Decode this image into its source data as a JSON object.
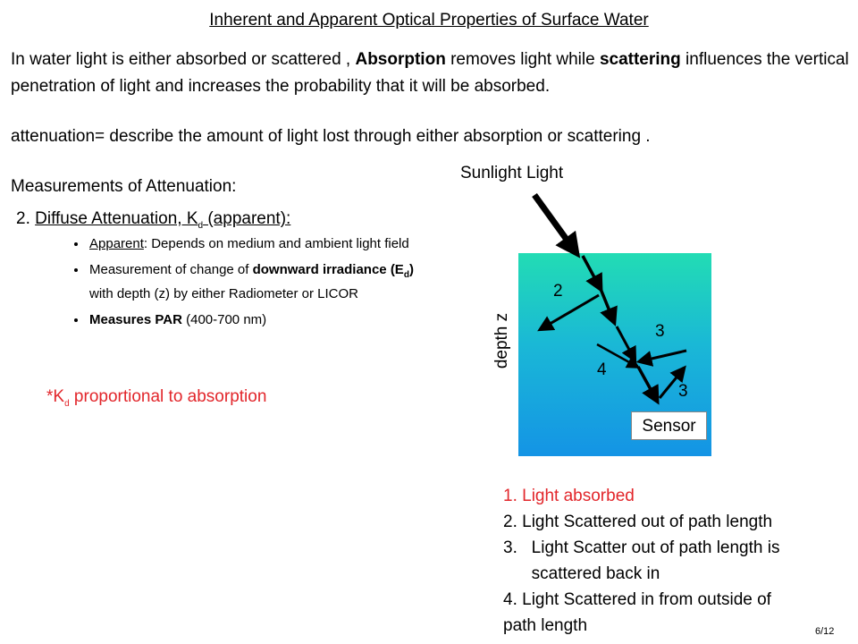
{
  "title": "Inherent and Apparent Optical Properties of Surface Water",
  "intro": {
    "p1": "In water light is either absorbed or scattered , ",
    "b1": "Absorption",
    "p2": " removes light while ",
    "b2": "scattering",
    "p3": " influences the vertical penetration of light and increases the probability that it will be absorbed."
  },
  "attenuation_def": "attenuation=  describe the amount of light lost through either absorption or scattering .",
  "measurements_heading": "Measurements of Attenuation:",
  "subheading": {
    "prefix": "2.  ",
    "text": "Diffuse Attenuation, K",
    "sub": "d",
    "suffix": " (apparent):"
  },
  "bullets": {
    "b1_u": "Apparent",
    "b1_rest": ": Depends on medium and ambient light field",
    "b2_a": "Measurement  of change of ",
    "b2_bold1": "downward irradiance (E",
    "b2_sub": "d",
    "b2_bold2": ")",
    "b2_rest": "  with depth (z) by either Radiometer  or LICOR",
    "b3_bold": "Measures PAR",
    "b3_rest": " (400-700 nm)"
  },
  "kd_note": {
    "pre": "*K",
    "sub": "d",
    "post": " proportional to absorption"
  },
  "diagram": {
    "sun_label": "Sunlight Light",
    "depth_label": "depth z",
    "n2": "2",
    "n3a": "3",
    "n4": "4",
    "n3b": "3",
    "sensor": "Sensor"
  },
  "legend": {
    "l1": "1.   Light absorbed",
    "l2": "2.   Light Scattered out of path length",
    "l3a": "3.   Light Scatter out of path length is",
    "l3b": "      scattered back in",
    "l4a": "4. Light Scattered in from outside of",
    "l4b": "path length"
  },
  "page_number": "6/12",
  "colors": {
    "red": "#e2262b",
    "water_top": "#22dcb4",
    "water_bottom": "#1494e5"
  }
}
